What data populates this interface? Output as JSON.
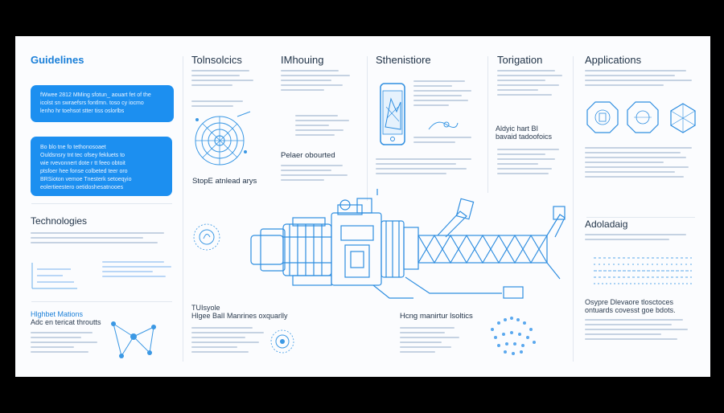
{
  "columns": {
    "guidelines": "Guidelines",
    "tolnsolcics": "Tolnsolcics",
    "imhouing": "IMhouing",
    "sthenistiore": "Sthenistiore",
    "torigation": "Torigation",
    "applications": "Applications"
  },
  "guidelines": {
    "box1": [
      "fWwee 2812 MMing sfotun_ aouart fet of the",
      "icolst sn swraefsrs fontlmn. toso cy iocmo",
      "lenho hr toehsot stter tiss  oslorlbs"
    ],
    "box2": [
      "Bo blo tne fo tethonosoaet",
      "Ouldsnsry tnt tec ofsey fekluets to",
      "wie rvevonnert dote r tt  feeo obtoit",
      "ptsfoer hee fonse colbeted teer oro",
      "BRSioton vemoe Tnesterk setoeqyio",
      "eolertieestero oetidoshesatnooes"
    ]
  },
  "tolnsolcics": {
    "caption": "StopE atnlead arys"
  },
  "imhouing": {
    "caption": "Pelaer obourted"
  },
  "torigation": {
    "caption": [
      "Aldyic hart BI",
      "bavaid tadoofoics"
    ]
  },
  "technologies": {
    "title": "Technologies"
  },
  "adoladaig": {
    "title": "Adoladaig"
  },
  "bottom": {
    "higher": [
      "Hlghbet Mations",
      "Adc en tericat throutts"
    ],
    "heme": [
      "TUIsyole",
      "Hlgee BalI Manrines oxquarlly"
    ],
    "hcng": "Hcng manirtur lsoltics",
    "osypre": [
      "Osypre Dlevaore tlosctoces",
      "ontuards covesst goe bdots."
    ]
  },
  "colors": {
    "accent": "#1c8ff0",
    "line": "#3b98e4",
    "board": "#fbfcfe"
  },
  "icons": [
    "radar-icon",
    "phone-map-icon",
    "octagon-icon",
    "network-node-icon",
    "satellite-icon"
  ]
}
